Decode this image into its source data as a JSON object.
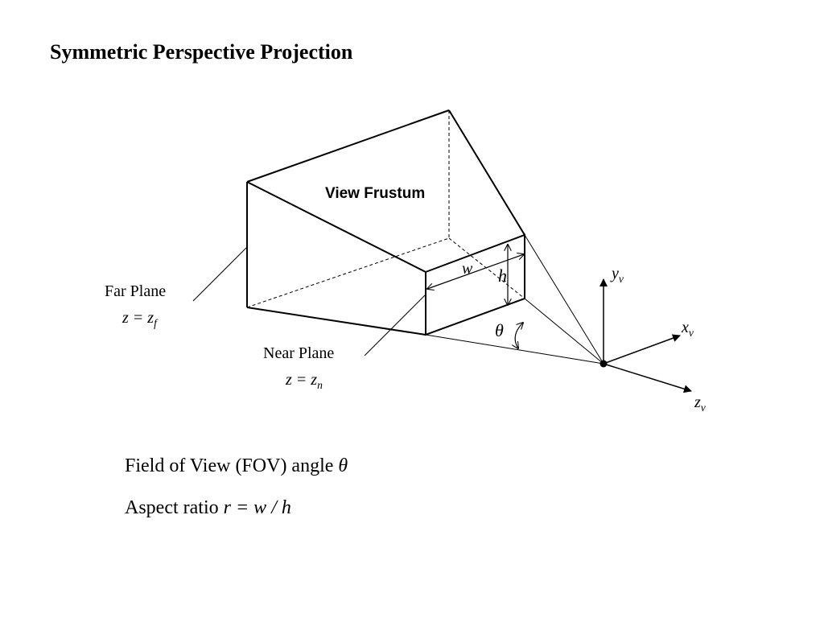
{
  "title": "Symmetric Perspective Projection",
  "frustum_label": "View Frustum",
  "far_plane": {
    "name": "Far Plane",
    "eq_lhs": "z = ",
    "eq_var": "z",
    "eq_sub": "f"
  },
  "near_plane": {
    "name": "Near Plane",
    "eq_lhs": "z = ",
    "eq_var": "z",
    "eq_sub": "n"
  },
  "dims": {
    "width": "w",
    "height": "h",
    "angle": "θ"
  },
  "axes": {
    "y": {
      "var": "y",
      "sub": "v"
    },
    "x": {
      "var": "x",
      "sub": "v"
    },
    "z": {
      "var": "z",
      "sub": "v"
    }
  },
  "captions": {
    "fov_text": "Field of View (FOV) angle ",
    "fov_symbol": "θ",
    "aspect_text": "Aspect ratio ",
    "aspect_r": "r",
    "aspect_eq": " = ",
    "aspect_w": "w",
    "aspect_slash": " / ",
    "aspect_h": "h"
  }
}
